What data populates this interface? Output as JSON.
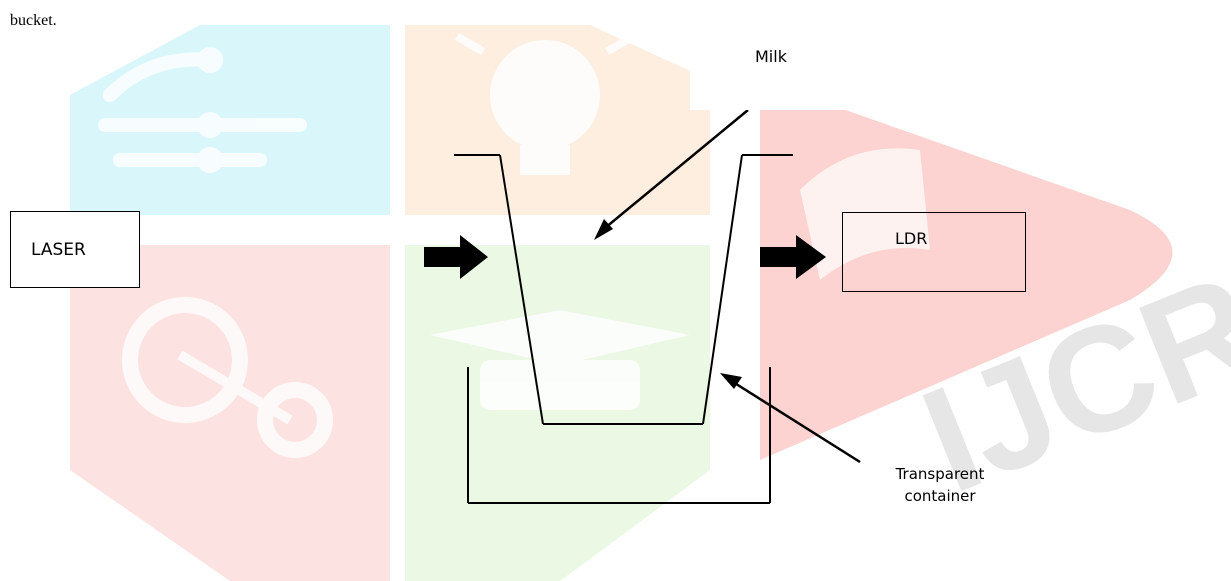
{
  "top_text": "bucket.",
  "labels": {
    "milk": "Milk",
    "laser": "LASER",
    "ldr": "LDR",
    "container_line1": "Transparent",
    "container_line2": "container"
  },
  "watermark": {
    "text": "IJCRT",
    "colors": {
      "cyan": "#d9f7fb",
      "orange": "#fdeee0",
      "red_left": "#fde2e2",
      "green": "#eaf8e4",
      "red_right": "#fcd3d0",
      "text": "#e6e6e6"
    }
  }
}
